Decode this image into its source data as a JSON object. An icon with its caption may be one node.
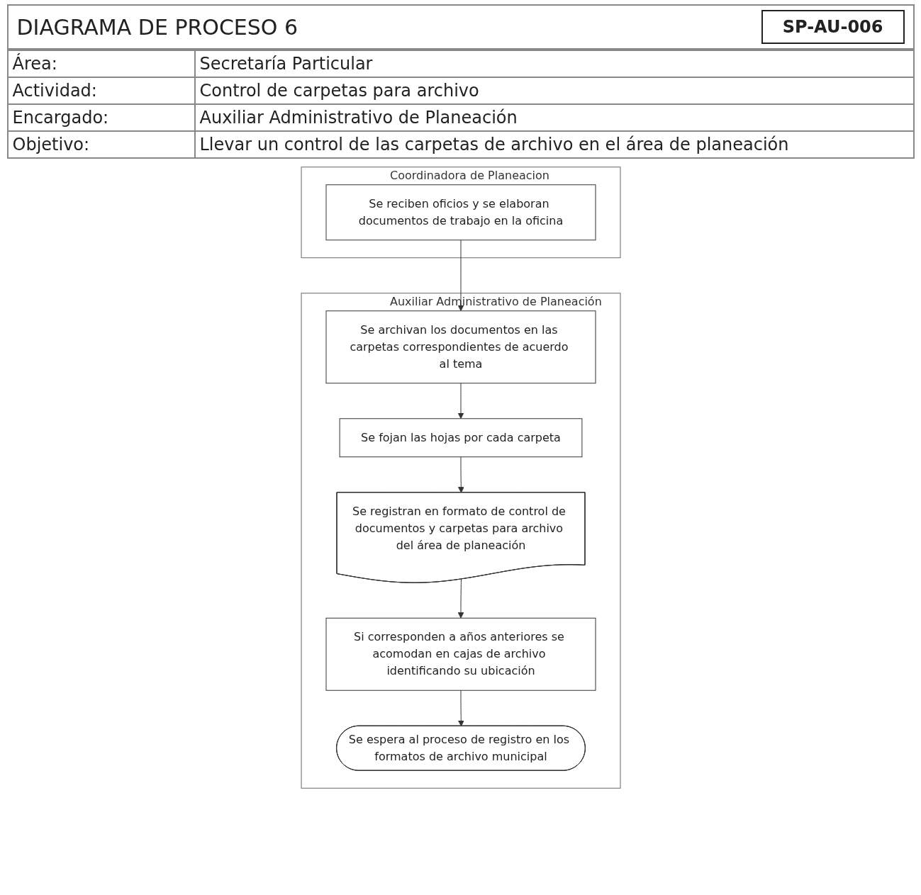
{
  "diagram": {
    "title": "DIAGRAMA DE PROCESO 6",
    "nodes": [
      {
        "text": [
          "Coordinadora de Planeacion"
        ]
      },
      {
        "text": [
          "Se reciben oficios y se elaboran documentos de trabajo en la oficina"
        ],
        "in": 0
      },
      {
        "text": [
          "Auxiliar Administrativo de Planeación"
        ]
      },
      {
        "text": [
          "Se archivan los documentos en las carpetas correspondientes de acuerdo al tema"
        ],
        "in": 2
      },
      {
        "text": [
          "Se fojan las hojas por cada carpeta"
        ],
        "in": 2
      },
      {
        "text": [
          "Se registran en formato de control de documentos y carpetas para archivo del área de planeación"
        ],
        "in": 2
      },
      {
        "text": [
          "Si corresponden a años anteriores se acomodan en cajas de archivo identificando su ubicación"
        ],
        "in": 2
      },
      {
        "text": [
          "Se espera al proceso de registro en los formatos de archivo municipal"
        ],
        "in": 2
      }
    ],
    "edges": [
      {
        "from": 1,
        "to": 3,
        "arrow": "to"
      },
      {
        "from": 3,
        "to": 4,
        "arrow": "to"
      },
      {
        "from": 4,
        "to": 5,
        "arrow": "to"
      },
      {
        "from": 5,
        "to": 6,
        "arrow": "to"
      },
      {
        "from": 6,
        "to": 7,
        "arrow": "to"
      }
    ],
    "labels": [
      "SP-AU-006",
      "Área:",
      "Secretaría Particular",
      "Actividad:",
      "Control de carpetas para archivo",
      "Encargado:",
      "Auxiliar Administrativo de Planeación",
      "Objetivo:",
      "Llevar un control de las carpetas de archivo en el área de planeación"
    ]
  }
}
